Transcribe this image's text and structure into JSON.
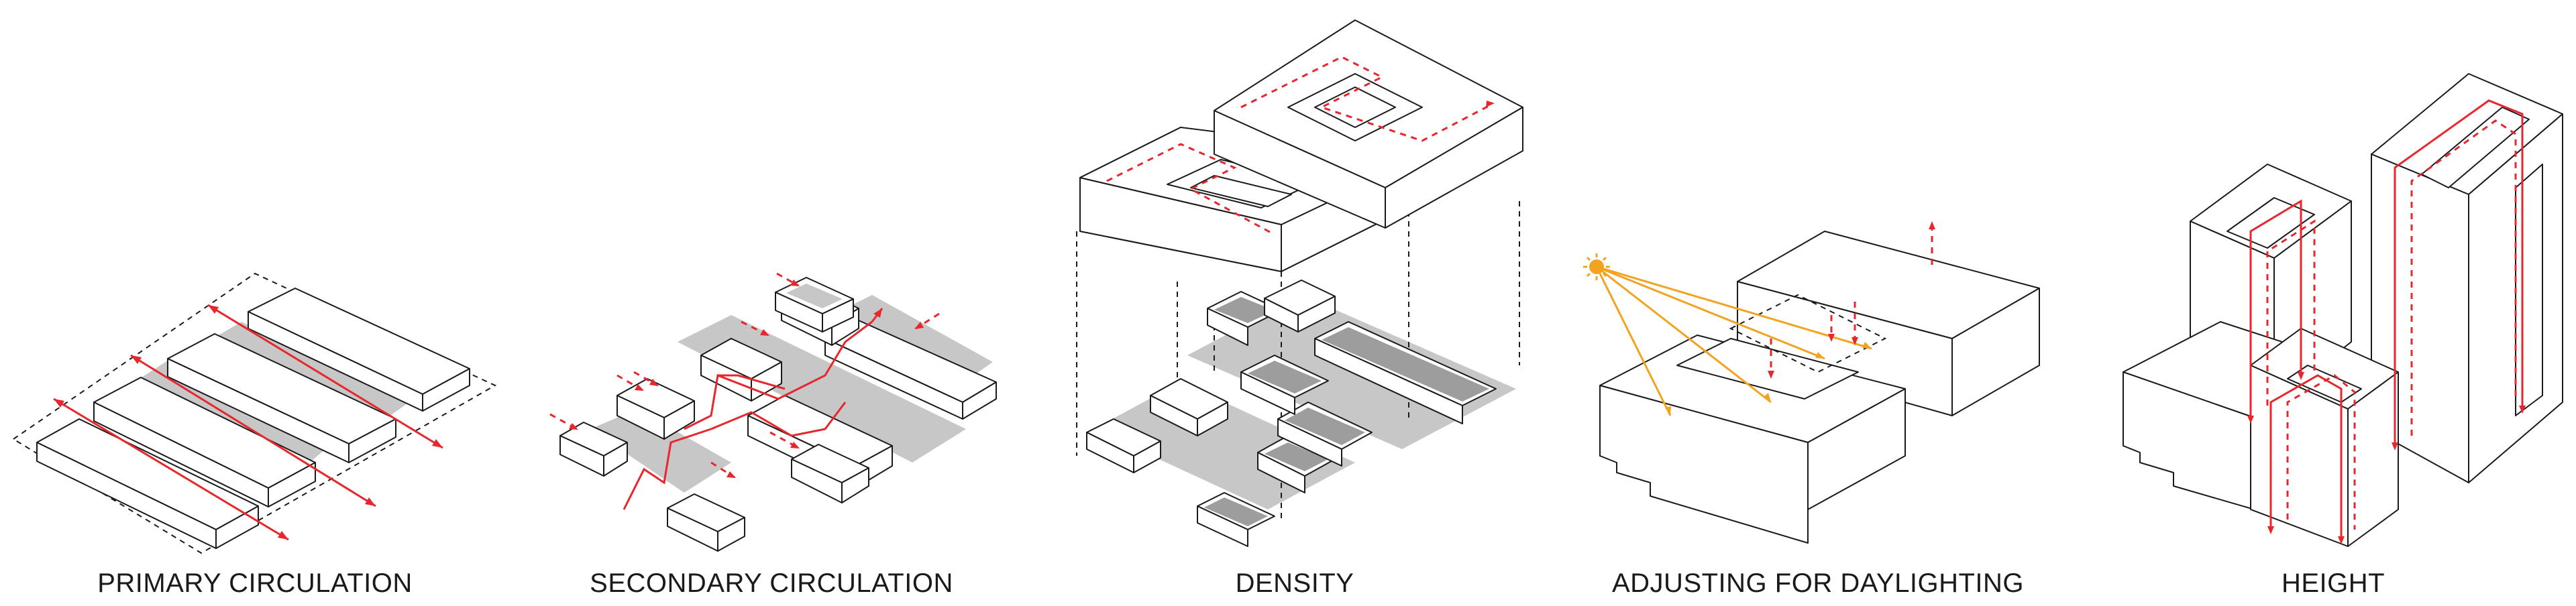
{
  "panels": [
    {
      "caption": "PRIMARY CIRCULATION"
    },
    {
      "caption": "SECONDARY CIRCULATION"
    },
    {
      "caption": "DENSITY"
    },
    {
      "caption": "ADJUSTING FOR DAYLIGHTING"
    },
    {
      "caption": "HEIGHT"
    }
  ],
  "colors": {
    "outline": "#1a1a1a",
    "circulation_red": "#e8262d",
    "sun_orange": "#f2a31f",
    "shadow_grey": "#c7c7c7",
    "roof_grey": "#9d9d9d"
  },
  "icons": [
    "sun-icon",
    "circulation-arrow-icon"
  ]
}
